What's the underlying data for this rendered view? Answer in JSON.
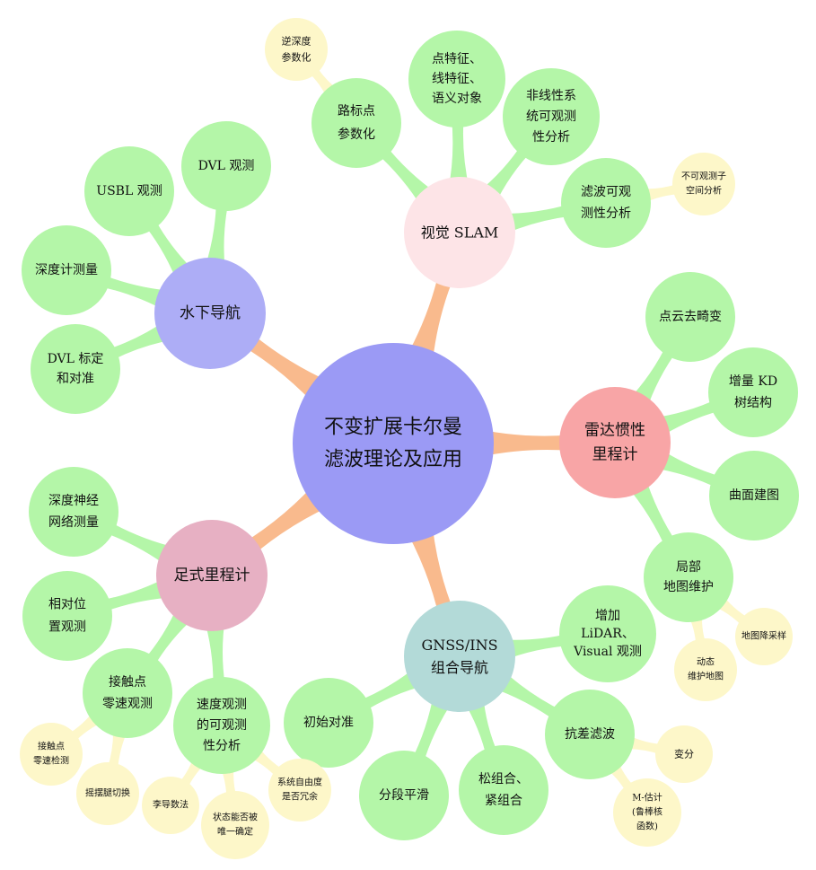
{
  "colors": {
    "center": "#9b9af5",
    "underwater": "#adadf6",
    "slam": "#fde4e7",
    "lidar": "#f8a5a6",
    "gnss": "#b3dad8",
    "legged": "#e7b0c3",
    "leaf": "#b4f6a8",
    "subleaf": "#fdf7c9",
    "trunk": "#f9ba8d"
  },
  "center": {
    "lines": [
      "不变扩展卡尔曼",
      "滤波理论及应用"
    ]
  },
  "branches": [
    {
      "id": "underwater",
      "lines": [
        "水下导航"
      ],
      "color_key": "underwater",
      "children": [
        {
          "lines": [
            "DVL 观测"
          ],
          "children": []
        },
        {
          "lines": [
            "USBL 观测"
          ],
          "children": []
        },
        {
          "lines": [
            "深度计测量"
          ],
          "children": []
        },
        {
          "lines": [
            "DVL 标定",
            "和对准"
          ],
          "children": []
        }
      ]
    },
    {
      "id": "slam",
      "lines": [
        "视觉 SLAM"
      ],
      "color_key": "slam",
      "children": [
        {
          "lines": [
            "路标点",
            "参数化"
          ],
          "children": [
            {
              "lines": [
                "逆深度",
                "参数化"
              ]
            }
          ]
        },
        {
          "lines": [
            "点特征、",
            "线特征、",
            "语义对象"
          ],
          "children": []
        },
        {
          "lines": [
            "非线性系",
            "统可观测",
            "性分析"
          ],
          "children": []
        },
        {
          "lines": [
            "滤波可观",
            "测性分析"
          ],
          "children": [
            {
              "lines": [
                "不可观测子",
                "空间分析"
              ]
            }
          ]
        }
      ]
    },
    {
      "id": "lidar",
      "lines": [
        "雷达惯性",
        "里程计"
      ],
      "color_key": "lidar",
      "children": [
        {
          "lines": [
            "点云去畸变"
          ],
          "children": []
        },
        {
          "lines": [
            "增量 KD",
            "树结构"
          ],
          "children": []
        },
        {
          "lines": [
            "曲面建图"
          ],
          "children": []
        },
        {
          "lines": [
            "局部",
            "地图维护"
          ],
          "children": [
            {
              "lines": [
                "地图降采样"
              ]
            },
            {
              "lines": [
                "动态",
                "维护地图"
              ]
            }
          ]
        }
      ]
    },
    {
      "id": "gnss",
      "lines": [
        "GNSS/INS",
        "组合导航"
      ],
      "color_key": "gnss",
      "children": [
        {
          "lines": [
            "增加",
            "LiDAR、",
            "Visual 观测"
          ],
          "children": []
        },
        {
          "lines": [
            "抗差滤波"
          ],
          "children": [
            {
              "lines": [
                "变分"
              ]
            },
            {
              "lines": [
                "M-估计",
                "(鲁棒核",
                "函数)"
              ]
            }
          ]
        },
        {
          "lines": [
            "松组合、",
            "紧组合"
          ],
          "children": []
        },
        {
          "lines": [
            "分段平滑"
          ],
          "children": []
        },
        {
          "lines": [
            "初始对准"
          ],
          "children": []
        }
      ]
    },
    {
      "id": "legged",
      "lines": [
        "足式里程计"
      ],
      "color_key": "legged",
      "children": [
        {
          "lines": [
            "深度神经",
            "网络测量"
          ],
          "children": []
        },
        {
          "lines": [
            "相对位",
            "置观测"
          ],
          "children": []
        },
        {
          "lines": [
            "接触点",
            "零速观测"
          ],
          "children": [
            {
              "lines": [
                "接触点",
                "零速检测"
              ]
            },
            {
              "lines": [
                "摇摆腿切换"
              ]
            }
          ]
        },
        {
          "lines": [
            "速度观测",
            "的可观测",
            "性分析"
          ],
          "children": [
            {
              "lines": [
                "李导数法"
              ]
            },
            {
              "lines": [
                "状态能否被",
                "唯一确定"
              ]
            },
            {
              "lines": [
                "系统自由度",
                "是否冗余"
              ]
            }
          ]
        }
      ]
    }
  ]
}
